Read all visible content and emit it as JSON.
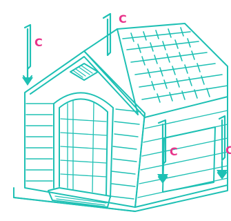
{
  "diagram": {
    "labels": [
      {
        "id": "stake-top-left",
        "text": "C"
      },
      {
        "id": "stake-roof",
        "text": "C"
      },
      {
        "id": "stake-front-right",
        "text": "C"
      },
      {
        "id": "stake-far-right",
        "text": "C"
      }
    ],
    "colors": {
      "line": "#1ec0b4",
      "label": "#e8348a",
      "background": "#ffffff"
    }
  }
}
